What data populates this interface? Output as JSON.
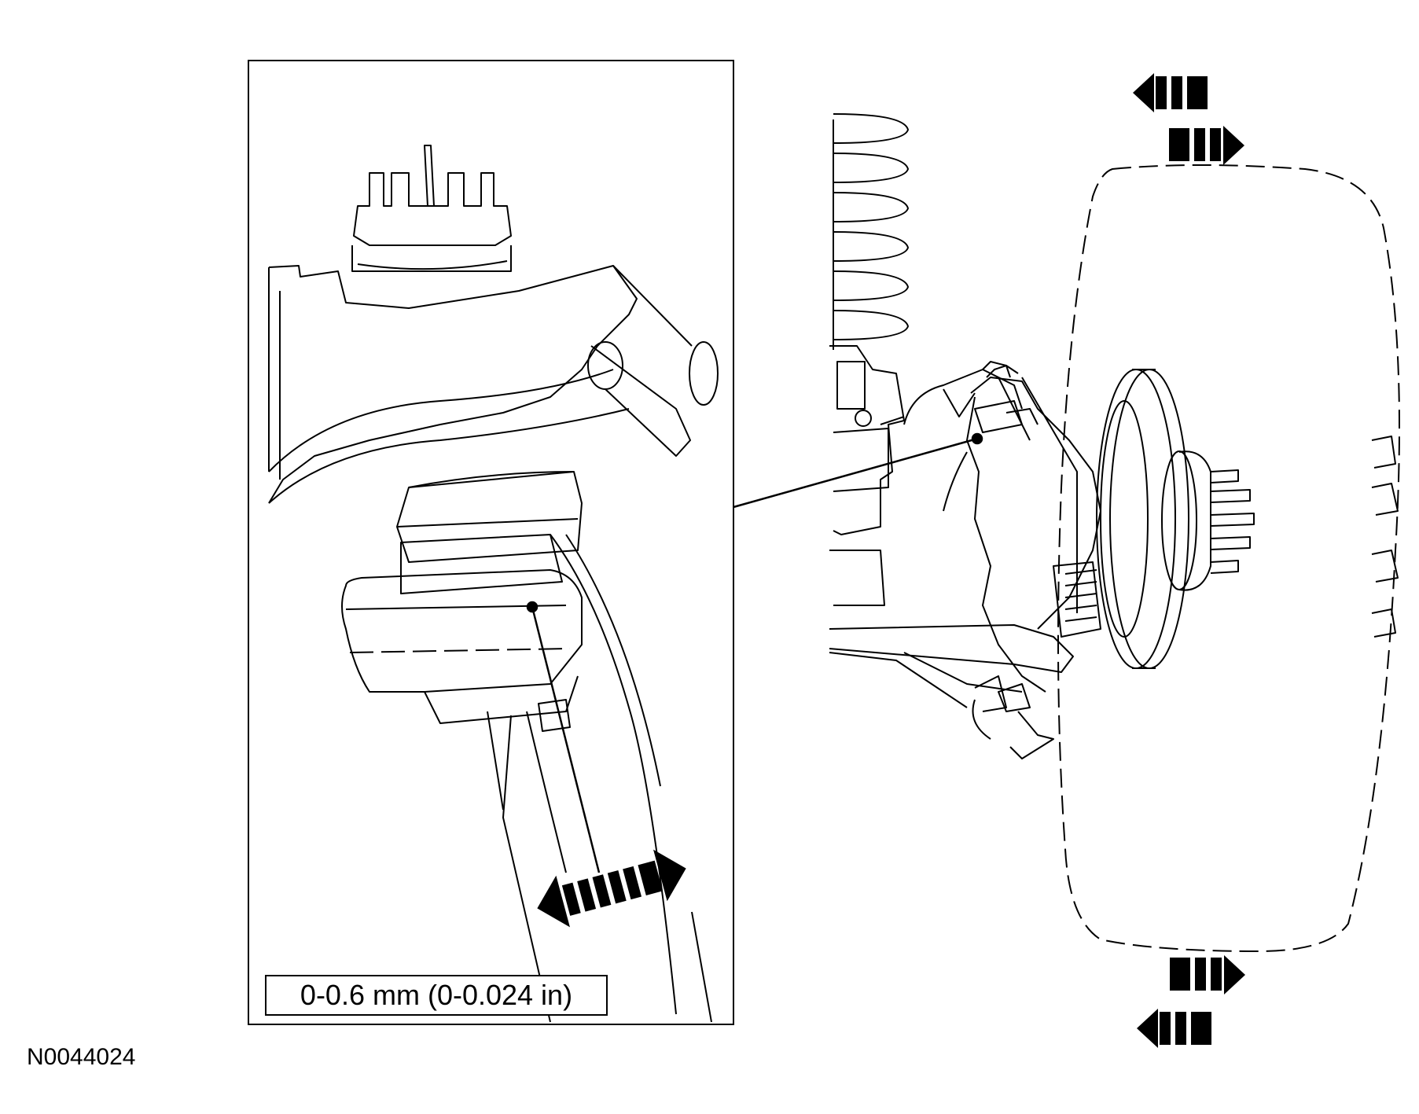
{
  "diagram": {
    "spec_label": "0-0.6 mm (0-0.024 in)",
    "figure_id": "N0044024",
    "icons": [
      "double-arrow-icon",
      "left-arrow-icon",
      "right-arrow-icon",
      "ball-joint-illustration",
      "wheel-hub-illustration"
    ],
    "line_color": "#000000",
    "background_color": "#ffffff"
  }
}
